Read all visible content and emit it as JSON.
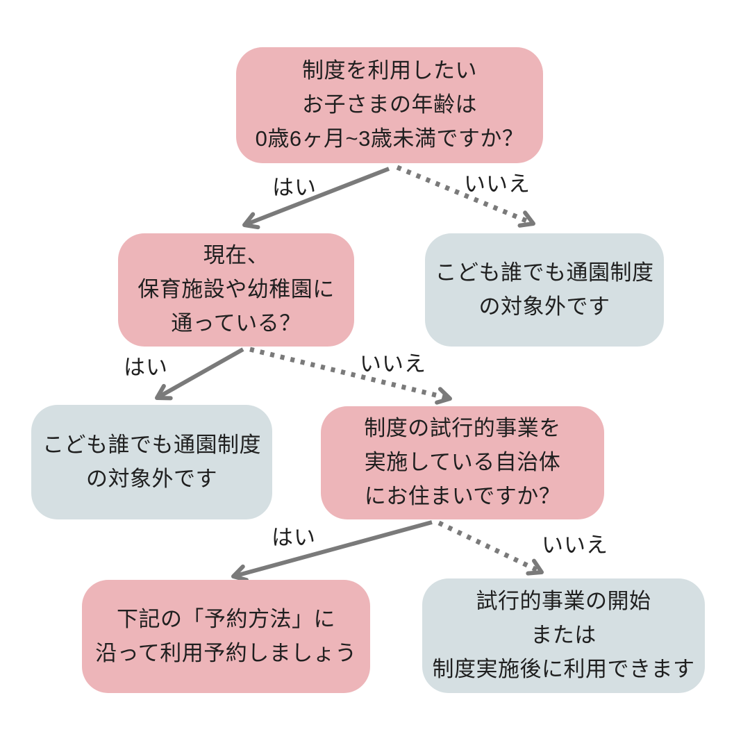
{
  "colors": {
    "pink_node": "#edb5b9",
    "blue_node": "#d5dfe2",
    "arrow_gray": "#7a7a7a",
    "text": "#1f1f1f",
    "background": "#ffffff"
  },
  "nodes": [
    {
      "id": "age-question",
      "kind": "question",
      "color": "pink",
      "lines": [
        "制度を利用したい",
        "お子さまの年齢は",
        "0歳6ヶ月~3歳未満ですか？"
      ]
    },
    {
      "id": "attending-question",
      "kind": "question",
      "color": "pink",
      "lines": [
        "現在、",
        "保育施設や幼稚園に",
        "通っている？"
      ]
    },
    {
      "id": "not-eligible-right",
      "kind": "result",
      "color": "blue",
      "lines": [
        "こども誰でも通園制度",
        "の対象外です"
      ]
    },
    {
      "id": "not-eligible-left",
      "kind": "result",
      "color": "blue",
      "lines": [
        "こども誰でも通園制度",
        "の対象外です"
      ]
    },
    {
      "id": "municipality-question",
      "kind": "question",
      "color": "pink",
      "lines": [
        "制度の試行的事業を",
        "実施している自治体",
        "にお住まいですか？"
      ]
    },
    {
      "id": "reserve-action",
      "kind": "result",
      "color": "pink",
      "lines": [
        "下記の「予約方法」に",
        "沿って利用予約しましょう"
      ]
    },
    {
      "id": "wait-result",
      "kind": "result",
      "color": "blue",
      "lines": [
        "試行的事業の開始",
        "または",
        "制度実施後に利用できます"
      ]
    }
  ],
  "edges": [
    {
      "from": "age-question",
      "to": "attending-question",
      "label": "はい",
      "style": "solid"
    },
    {
      "from": "age-question",
      "to": "not-eligible-right",
      "label": "いいえ",
      "style": "dotted"
    },
    {
      "from": "attending-question",
      "to": "not-eligible-left",
      "label": "はい",
      "style": "solid"
    },
    {
      "from": "attending-question",
      "to": "municipality-question",
      "label": "いいえ",
      "style": "dotted"
    },
    {
      "from": "municipality-question",
      "to": "reserve-action",
      "label": "はい",
      "style": "solid"
    },
    {
      "from": "municipality-question",
      "to": "wait-result",
      "label": "いいえ",
      "style": "dotted"
    }
  ]
}
